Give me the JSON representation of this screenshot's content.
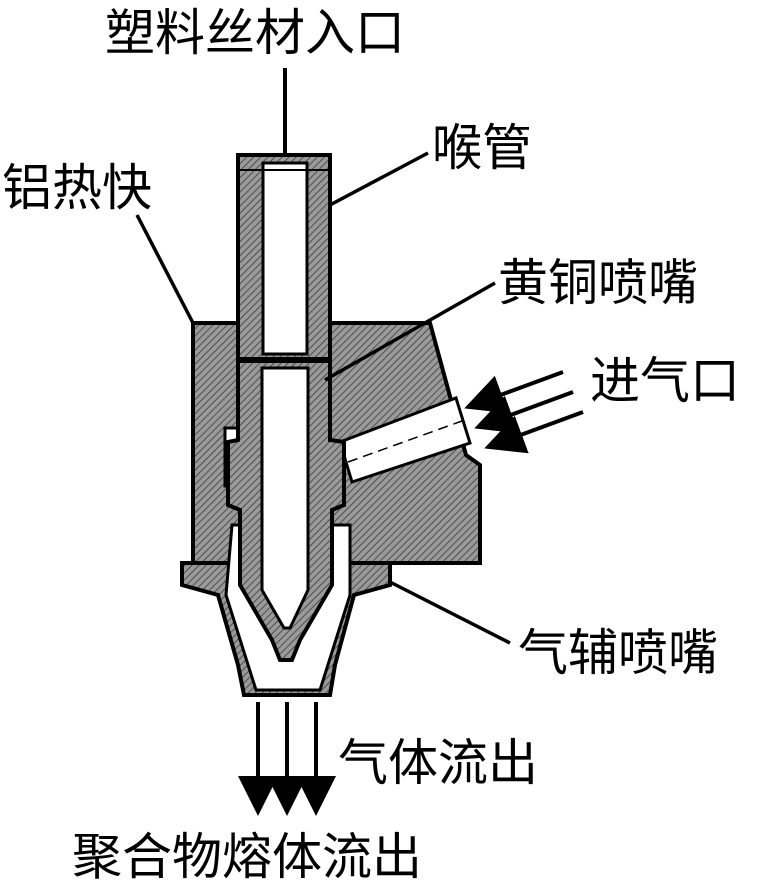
{
  "labels": {
    "filament_inlet": "塑料丝材入口",
    "throat_tube": "喉管",
    "aluminum_heat_block": "铝热快",
    "brass_nozzle": "黄铜喷嘴",
    "air_inlet": "进气口",
    "air_assist_nozzle": "气辅喷嘴",
    "gas_outflow": "气体流出",
    "polymer_melt_outflow": "聚合物熔体流出"
  },
  "colors": {
    "line": "#000000",
    "hatch_fill": "#808080",
    "background": "#ffffff"
  }
}
